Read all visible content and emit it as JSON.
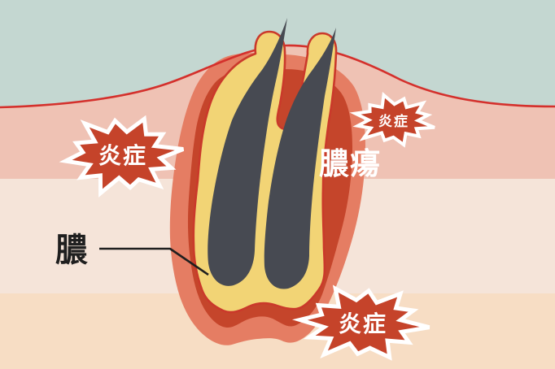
{
  "labels": {
    "pus": "膿",
    "abscess": "膿瘍",
    "inflammation_bursts": [
      {
        "position": "left",
        "label": "炎症"
      },
      {
        "position": "upper-right",
        "label": "炎症"
      },
      {
        "position": "bottom",
        "label": "炎症"
      }
    ]
  },
  "colors": {
    "background_sky": "#c4d7d1",
    "epidermis_pink": "#efc2b4",
    "dermis": "#f5e4d9",
    "subcutaneous": "#f7ddc4",
    "skin_surface_line": "#d4302c",
    "inflamed_ring_salmon": "#e57d63",
    "abscess_red": "#c5452b",
    "pus_yellow": "#f2d475",
    "pus_outline": "#ca392b",
    "hair": "#474a52",
    "burst_fill": "#c5432a",
    "burst_border": "#ffffff",
    "label_white": "#ffffff",
    "label_black": "#1f1f1f"
  }
}
